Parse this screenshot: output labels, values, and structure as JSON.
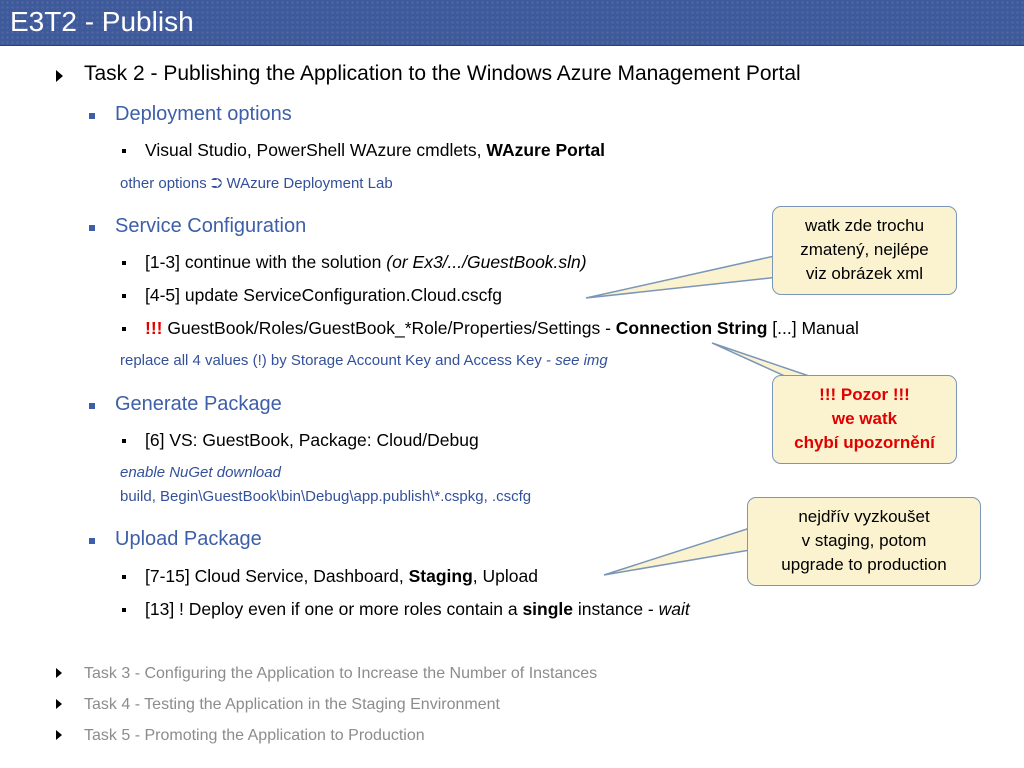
{
  "header": {
    "title": "E3T2 - Publish"
  },
  "task2": {
    "heading": "Task 2 - Publishing the Application to the Windows Azure Management Portal",
    "deployment": {
      "label": "Deployment options",
      "item1_prefix": "Visual Studio, PowerShell WAzure cmdlets, ",
      "item1_bold": "WAzure Portal",
      "note_prefix": "other options ",
      "note_arrow": "⮊",
      "note_suffix": " WAzure Deployment Lab"
    },
    "service": {
      "label": "Service Configuration",
      "item1": "[1-3] continue with the solution  ",
      "item1_italic": "(or Ex3/.../GuestBook.sln)",
      "item2": "[4-5] update ServiceConfiguration.Cloud.cscfg",
      "item3_alert": "!!!",
      "item3_mid": " GuestBook/Roles/GuestBook_*Role/Properties/Settings - ",
      "item3_bold": "Connection String",
      "item3_end": " [...] Manual",
      "note_prefix": "replace all 4 values (!) by Storage Account Key and Access Key - ",
      "note_italic": "see img"
    },
    "generate": {
      "label": "Generate Package",
      "item1": "[6] VS: GuestBook, Package: Cloud/Debug",
      "note_line1": "enable NuGet download",
      "note_line2": "build,  Begin\\GuestBook\\bin\\Debug\\app.publish\\*.cspkg,  .cscfg"
    },
    "upload": {
      "label": "Upload Package",
      "item1_prefix": "[7-15] Cloud Service, Dashboard, ",
      "item1_bold": "Staging",
      "item1_suffix": ", Upload",
      "item2_prefix": "[13] ! Deploy even if one or more roles contain a ",
      "item2_bold": "single",
      "item2_mid": " instance - ",
      "item2_italic": "wait"
    }
  },
  "other_tasks": [
    "Task 3 - Configuring the Application to Increase the Number of Instances",
    "Task 4 - Testing the Application in the Staging Environment",
    "Task 5 - Promoting the Application to Production"
  ],
  "callouts": {
    "c1": [
      "watk zde trochu",
      "zmatený, nejlépe",
      "viz obrázek xml"
    ],
    "c2": [
      "!!! Pozor !!!",
      "we watk",
      "chybí upozornění"
    ],
    "c3": [
      "nejdřív vyzkoušet",
      "v staging, potom",
      "upgrade to production"
    ]
  },
  "colors": {
    "title_bar": "#3e5a9b",
    "level2_text": "#3d5ea8",
    "note_text": "#33509a",
    "alert": "#e00000",
    "callout_fill": "#fbf2cf",
    "callout_border": "#7a96b8",
    "inactive_task": "#8c8c8c"
  },
  "icons": {
    "level1_bullet": "triangle-right-icon",
    "level2_bullet": "square-bullet-icon",
    "level3_bullet": "small-square-bullet-icon",
    "note_arrow": "curved-arrow-icon"
  }
}
